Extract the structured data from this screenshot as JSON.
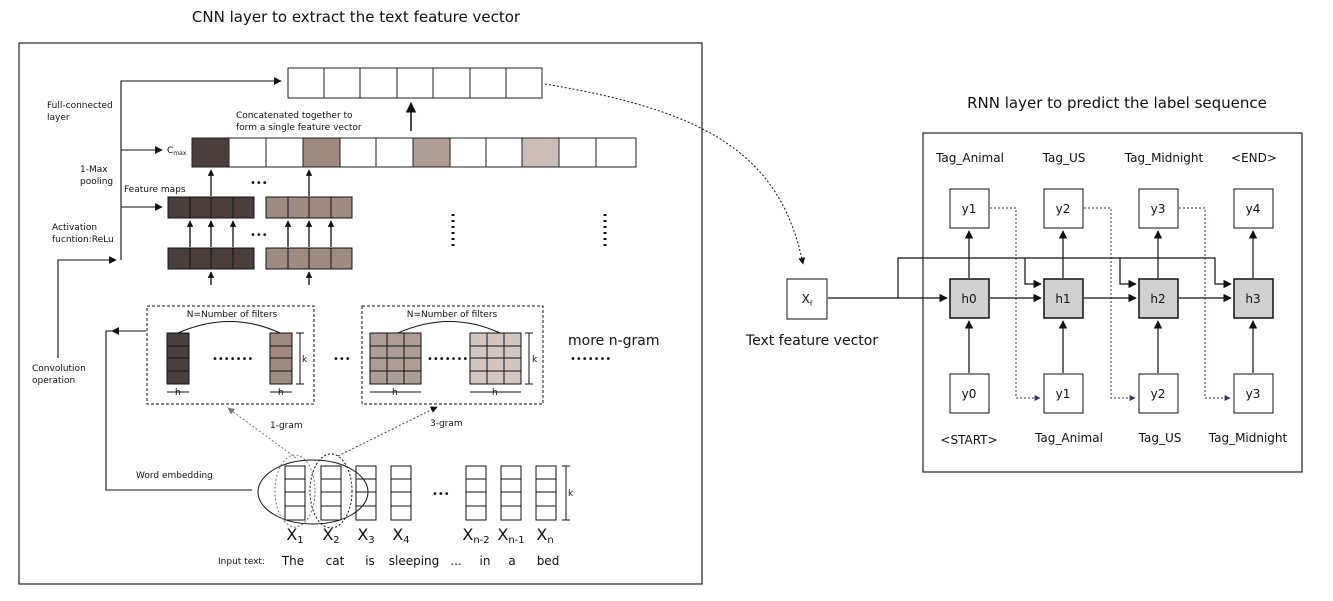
{
  "cnn": {
    "title": "CNN layer to extract the text feature vector",
    "side_labels": {
      "fc_line1": "Full-connected",
      "fc_line2": "layer",
      "pool_line1": "1-Max",
      "pool_line2": "pooling",
      "act_line1": "Activation",
      "act_line2": "fucntion:ReLu",
      "conv_line1": "Convolution",
      "conv_line2": "operation",
      "feature_maps": "Feature maps",
      "word_embedding": "Word embedding"
    },
    "concat_line1": "Concatenated together to",
    "concat_line2": "form a single feature vector",
    "cmax": "C",
    "cmax_sub": "max",
    "filters_label": "N=Number of filters",
    "k": "k",
    "h": "h",
    "gram1": "1-gram",
    "gram3": "3-gram",
    "more_ngram": "more n-gram",
    "dots6": "•••••••",
    "dots3": "•••",
    "dots_short": "•••",
    "input_label": "Input text:",
    "words": [
      "The",
      "cat",
      "is",
      "sleeping",
      "...",
      "in",
      "a",
      "bed"
    ],
    "xs": [
      {
        "x": "X",
        "sub": "1"
      },
      {
        "x": "X",
        "sub": "2"
      },
      {
        "x": "X",
        "sub": "3"
      },
      {
        "x": "X",
        "sub": "4"
      },
      {
        "x": "X",
        "sub": "n-2"
      },
      {
        "x": "X",
        "sub": "n-1"
      },
      {
        "x": "X",
        "sub": "n"
      }
    ],
    "colors": {
      "dark": "#4a3f3c",
      "brown": "#9e8a80",
      "tan": "#ad9d96",
      "light": "#cbbeb9",
      "lighter": "#d3c7c2"
    }
  },
  "feature": {
    "x": "X",
    "sub": "f",
    "label": "Text feature vector"
  },
  "rnn": {
    "title": "RNN layer to predict the label sequence",
    "top_tags": [
      "Tag_Animal",
      "Tag_US",
      "Tag_Midnight",
      "<END>"
    ],
    "outputs": [
      "y1",
      "y2",
      "y3",
      "y4"
    ],
    "hidden": [
      "h0",
      "h1",
      "h2",
      "h3"
    ],
    "inputs": [
      "y0",
      "y1",
      "y2",
      "y3"
    ],
    "bottom_tags": [
      "<START>",
      "Tag_Animal",
      "Tag_US",
      "Tag_Midnight"
    ],
    "colors": {
      "hidden_fill": "#d0d0d0"
    }
  }
}
